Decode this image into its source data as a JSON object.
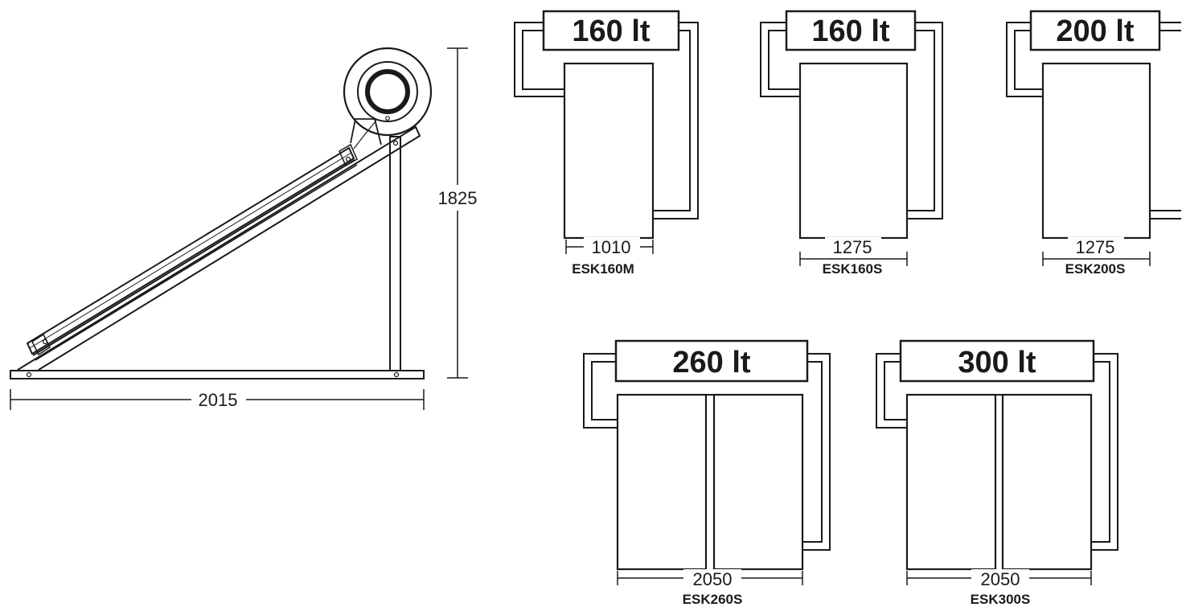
{
  "side_view": {
    "height_dim": "1825",
    "width_dim": "2015"
  },
  "units": [
    {
      "capacity": "160 lt",
      "width_dim": "1010",
      "model": "ESK160M"
    },
    {
      "capacity": "160 lt",
      "width_dim": "1275",
      "model": "ESK160S"
    },
    {
      "capacity": "200 lt",
      "width_dim": "1275",
      "model": "ESK200S"
    },
    {
      "capacity": "260 lt",
      "width_dim": "2050",
      "model": "ESK260S"
    },
    {
      "capacity": "300 lt",
      "width_dim": "2050",
      "model": "ESK300S"
    }
  ]
}
